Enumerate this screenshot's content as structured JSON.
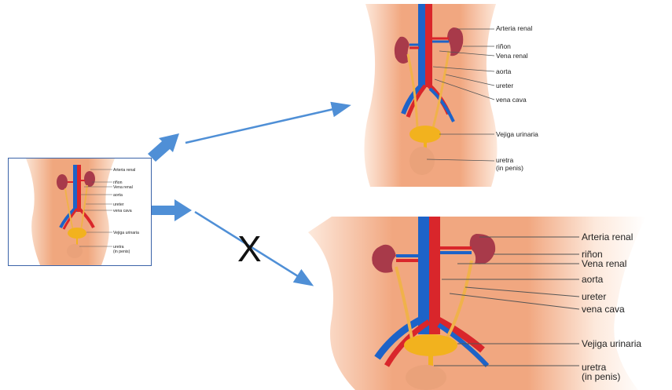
{
  "labels": {
    "arteria_renal": "Arteria  renal",
    "rinon": "riñon",
    "vena_renal": "Vena renal",
    "aorta": "aorta",
    "ureter": "ureter",
    "vena_cava": "vena cava",
    "vejiga": "Vejiga urinaria",
    "uretra_1": "uretra",
    "uretra_2": "(in penis)"
  },
  "x_mark": "X",
  "colors": {
    "skin": "#f2b48c",
    "artery": "#d9262b",
    "vein": "#1d63c8",
    "kidney": "#a83a4a",
    "ureter": "#f0b24a",
    "bladder": "#f2b21e",
    "arrow": "#4f8fd6",
    "frame": "#3b63a8"
  }
}
